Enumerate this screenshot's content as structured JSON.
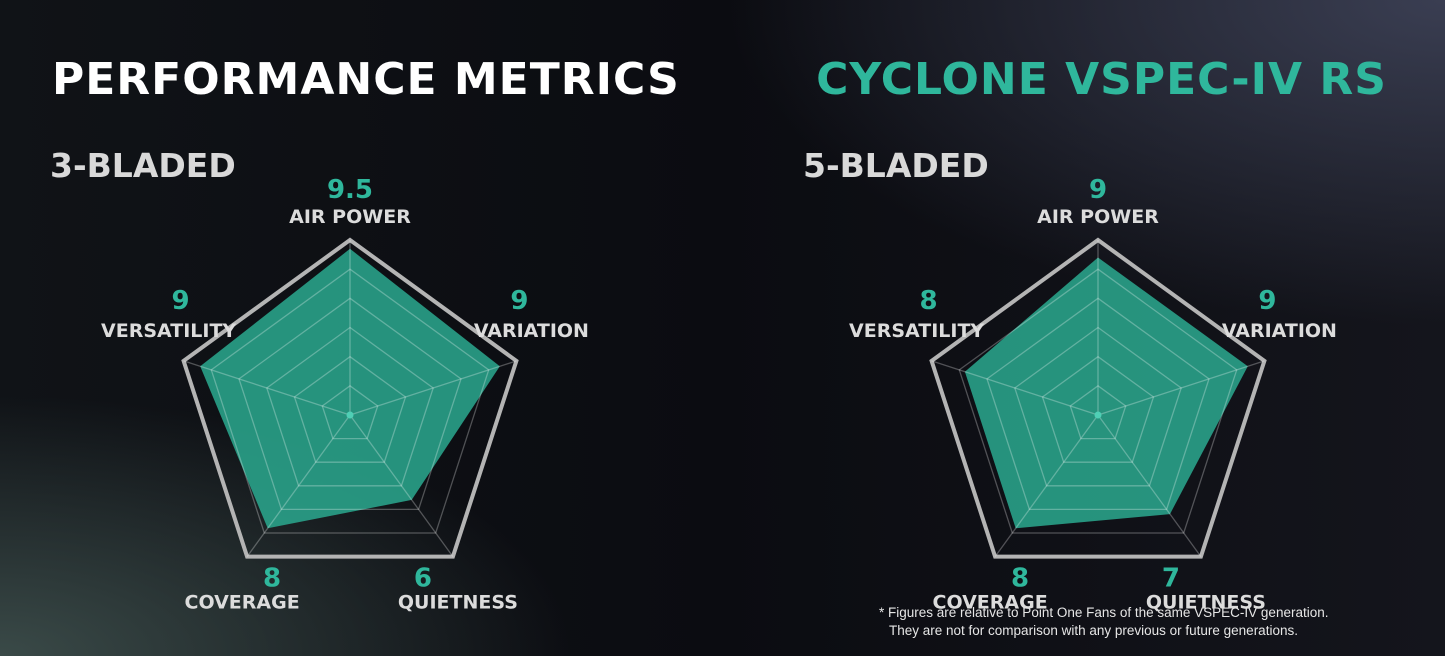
{
  "header": {
    "title": "PERFORMANCE METRICS",
    "product": "CYCLONE VSPEC-IV RS"
  },
  "colors": {
    "accent": "#2fb79c",
    "fill": "#2aa58c",
    "outline": "#b4b4b4",
    "text": "#dcdcdc"
  },
  "chart_data": [
    {
      "type": "radar",
      "title": "3-BLADED",
      "axes": [
        "AIR POWER",
        "VARIATION",
        "QUIETNESS",
        "COVERAGE",
        "VERSATILITY"
      ],
      "values": [
        9.5,
        9,
        6,
        8,
        9
      ],
      "value_labels": [
        "9.5",
        "9",
        "6",
        "8",
        "9"
      ],
      "range": [
        0,
        10
      ]
    },
    {
      "type": "radar",
      "title": "5-BLADED",
      "axes": [
        "AIR POWER",
        "VARIATION",
        "QUIETNESS",
        "COVERAGE",
        "VERSATILITY"
      ],
      "values": [
        9,
        9,
        7,
        8,
        8
      ],
      "value_labels": [
        "9",
        "9",
        "7",
        "8",
        "8"
      ],
      "range": [
        0,
        10
      ]
    }
  ],
  "footnote": {
    "line1": "* Figures are relative to Point One Fans of the same VSPEC-IV generation.",
    "line2": "They are not for comparison with any previous or future generations."
  }
}
